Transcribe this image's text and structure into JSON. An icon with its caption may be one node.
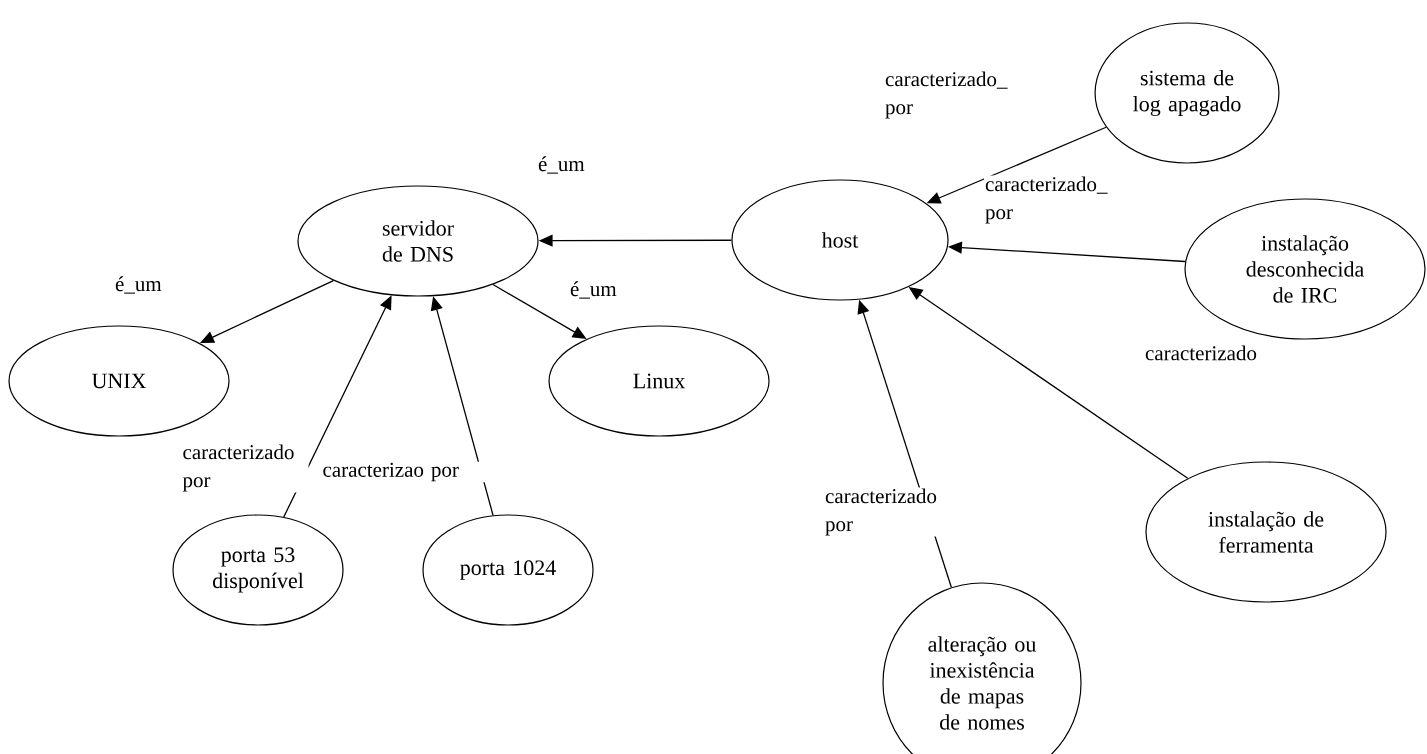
{
  "diagram": {
    "nodes": [
      {
        "text": [
          "servidor de DNS"
        ]
      },
      {
        "text": [
          "host"
        ]
      },
      {
        "text": [
          "sistema de log apagado"
        ]
      },
      {
        "text": [
          "instalação desconhecida de IRC"
        ]
      },
      {
        "text": [
          "UNIX"
        ]
      },
      {
        "text": [
          "Linux"
        ]
      },
      {
        "text": [
          "porta 53 disponível"
        ]
      },
      {
        "text": [
          "porta 1024"
        ]
      },
      {
        "text": [
          "instalação de ferramenta"
        ]
      },
      {
        "text": [
          "alteração ou inexistência de mapas de nomes"
        ]
      }
    ],
    "edges": [
      {
        "from": 1,
        "to": 0,
        "arrow": "to",
        "label": "é_um"
      },
      {
        "from": 0,
        "to": 4,
        "arrow": "to",
        "label": "é_um"
      },
      {
        "from": 0,
        "to": 5,
        "arrow": "to",
        "label": "é_um"
      },
      {
        "from": 6,
        "to": 0,
        "arrow": "to",
        "label": "caracterizado por"
      },
      {
        "from": 7,
        "to": 0,
        "arrow": "to",
        "label": "caracterizao por"
      },
      {
        "from": 2,
        "to": 1,
        "arrow": "to",
        "label": "caracterizado_ por"
      },
      {
        "from": 3,
        "to": 1,
        "arrow": "to",
        "label": "caracterizado_ por"
      },
      {
        "from": 8,
        "to": 1,
        "arrow": "to",
        "label": "caracterizado"
      },
      {
        "from": 9,
        "to": 1,
        "arrow": "to",
        "label": "caracterizado por"
      }
    ]
  }
}
